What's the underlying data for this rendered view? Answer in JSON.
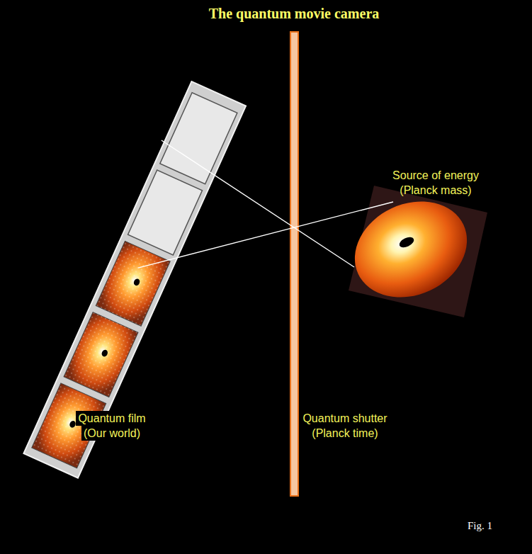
{
  "diagram": {
    "title": "The quantum movie camera",
    "nodes": [
      {
        "text": [
          "Quantum film",
          "(Our world)"
        ]
      },
      {
        "text": [
          "Quantum shutter",
          "(Planck time)"
        ]
      },
      {
        "text": [
          "Source of energy",
          "(Planck mass)"
        ]
      }
    ],
    "edges": [
      {
        "from": 0,
        "to": 2,
        "arrow": "none"
      },
      {
        "from": 0,
        "to": 2,
        "arrow": "none"
      }
    ],
    "labels": [
      "Fig. 1"
    ]
  }
}
